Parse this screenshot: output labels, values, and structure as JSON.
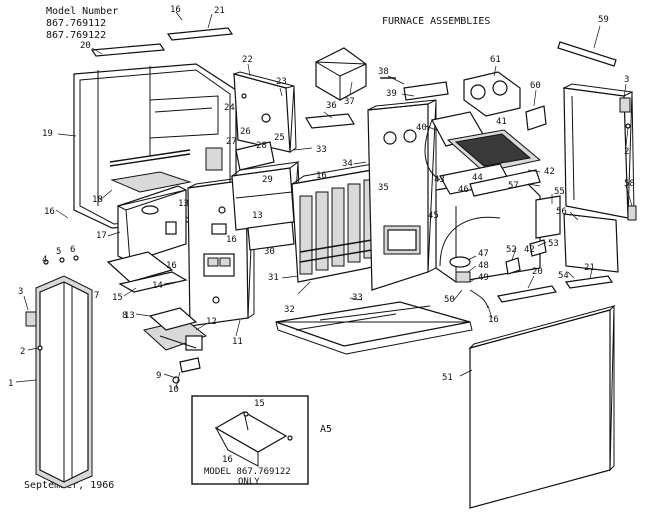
{
  "header": {
    "model_label": "Model Number",
    "model_1": "867.769112",
    "model_2": "867.769122",
    "title": "FURNACE ASSEMBLIES"
  },
  "footer": {
    "date": "September, 1966"
  },
  "inset": {
    "code": "A5",
    "note_line1": "MODEL 867.769122",
    "note_line2": "ONLY",
    "callouts": [
      "15",
      "16"
    ]
  },
  "callouts": {
    "c16a": "16",
    "c21": "21",
    "c20": "20",
    "c19": "19",
    "c18": "18",
    "c16b": "16",
    "c17": "17",
    "c6": "6",
    "c5": "5",
    "c4": "4",
    "c3a": "3",
    "c2a": "2",
    "c1": "1",
    "c15": "15",
    "c14": "14",
    "c13a": "13",
    "c13b": "13",
    "c16c": "16",
    "c16d": "16",
    "c8": "8",
    "c12": "12",
    "c11": "11",
    "c9": "9",
    "c10": "10",
    "c22": "22",
    "c23": "23",
    "c24": "24",
    "c25": "25",
    "c26": "26",
    "c27": "27",
    "c28": "28",
    "c29": "29",
    "c30": "30",
    "c13c": "13",
    "c16e": "16",
    "c31": "31",
    "c33a": "33",
    "c33b": "33",
    "c32": "32",
    "c34": "34",
    "c35": "35",
    "c36": "36",
    "c37": "37",
    "c38": "38",
    "c39": "39",
    "c40": "40",
    "c41": "41",
    "c42": "42",
    "c43": "43",
    "c44": "44",
    "c45": "45",
    "c46": "46",
    "c47": "47",
    "c48": "48",
    "c49": "49",
    "c50": "50",
    "c16f": "16",
    "c51": "51",
    "c52": "52",
    "c53": "53",
    "c42b": "42",
    "c20b": "20",
    "c54": "54",
    "c21b": "21",
    "c55": "55",
    "c56": "56",
    "c57": "57",
    "c58": "58",
    "c59": "59",
    "c60": "60",
    "c61": "61",
    "c3b": "3",
    "c2b": "2",
    "c7": "7"
  }
}
